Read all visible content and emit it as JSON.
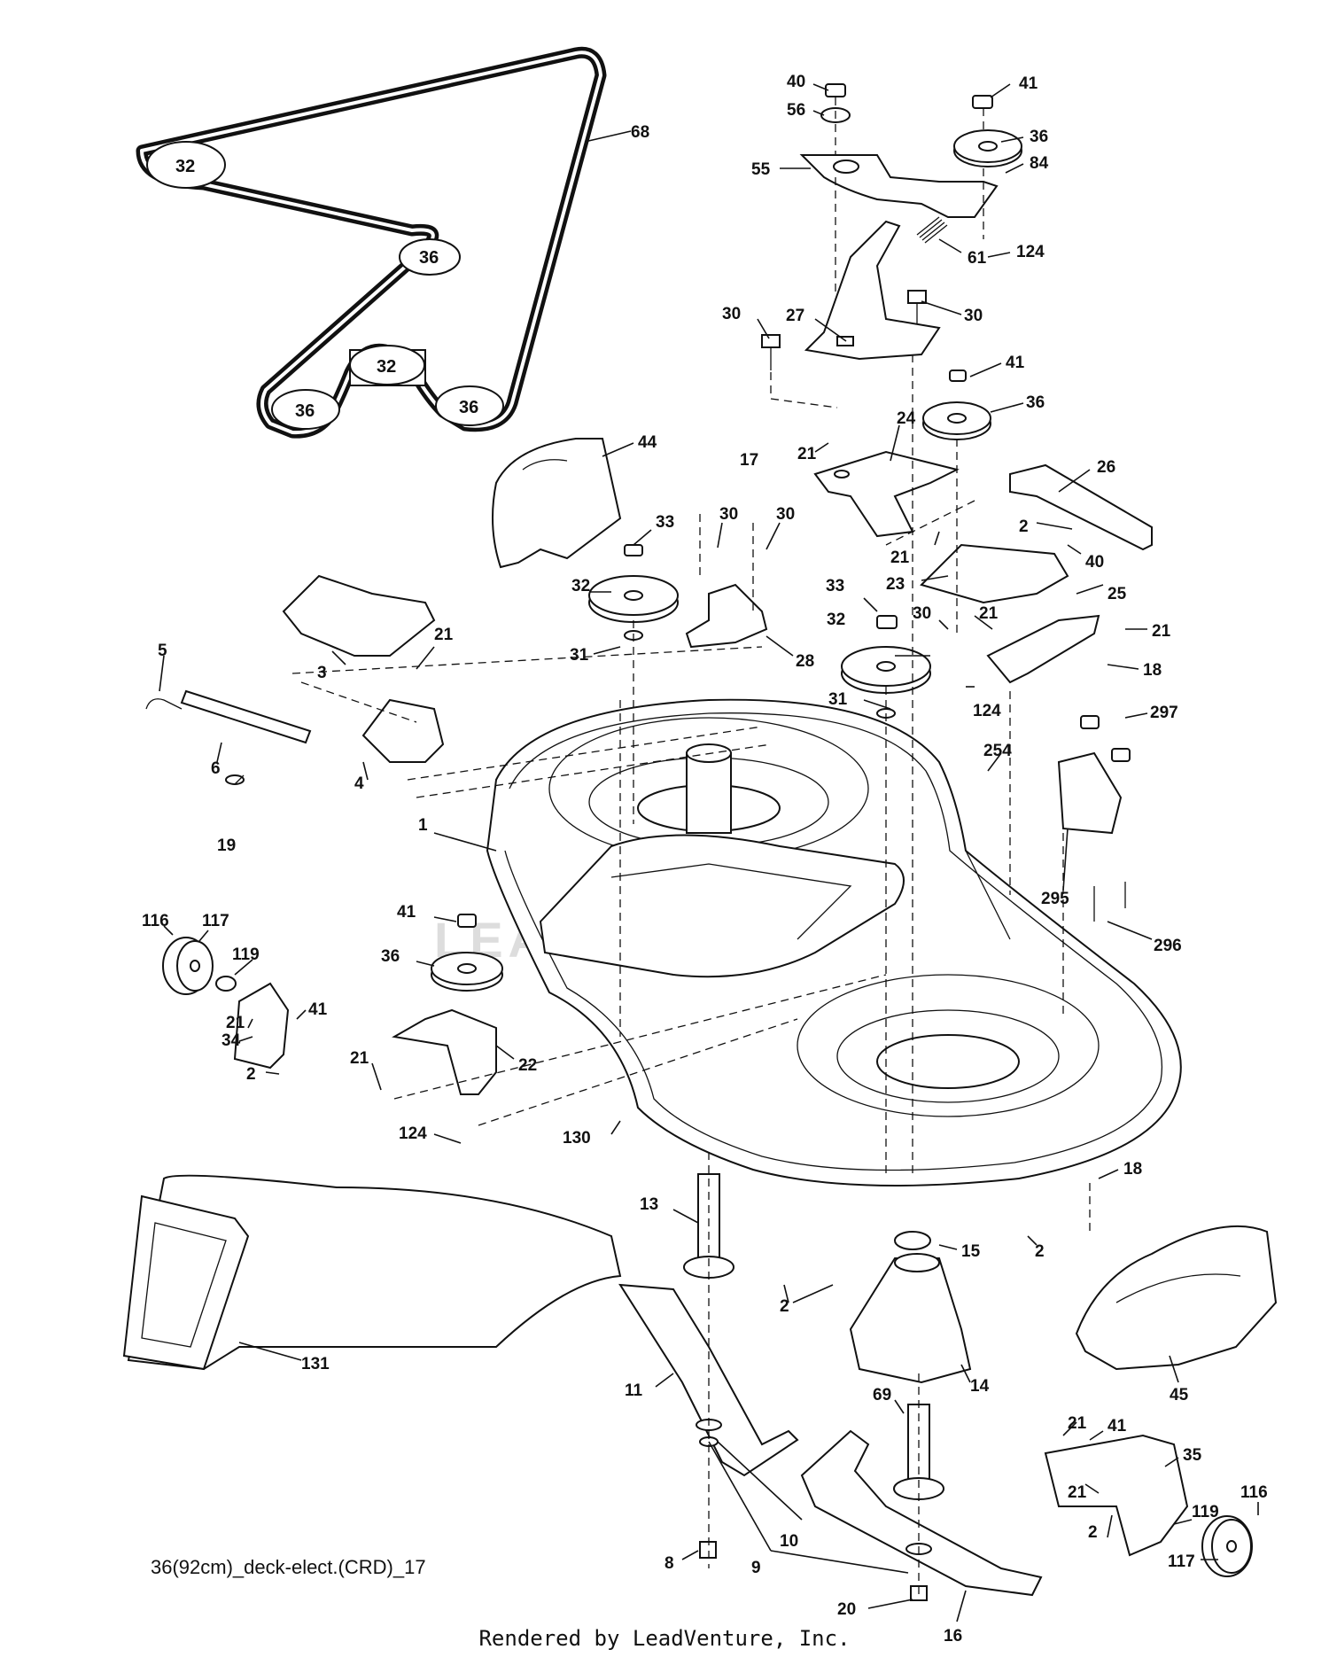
{
  "diagram": {
    "reference_code": "36(92cm)_deck-elect.(CRD)_17",
    "footer_text": "Rendered by LeadVenture, Inc.",
    "watermark_text": "LEADVENTURE",
    "belt_pulley_labels": [
      {
        "id": "belt-pulley-32-top",
        "text": "32"
      },
      {
        "id": "belt-pulley-36-mid",
        "text": "36"
      },
      {
        "id": "belt-pulley-32-bottom",
        "text": "32"
      },
      {
        "id": "belt-pulley-36-left",
        "text": "36"
      },
      {
        "id": "belt-pulley-36-right",
        "text": "36"
      }
    ],
    "callouts": [
      {
        "id": "c68",
        "text": "68"
      },
      {
        "id": "c40a",
        "text": "40"
      },
      {
        "id": "c41a",
        "text": "41"
      },
      {
        "id": "c56",
        "text": "56"
      },
      {
        "id": "c36a",
        "text": "36"
      },
      {
        "id": "c84",
        "text": "84"
      },
      {
        "id": "c55",
        "text": "55"
      },
      {
        "id": "c124a",
        "text": "124"
      },
      {
        "id": "c61",
        "text": "61"
      },
      {
        "id": "c30a",
        "text": "30"
      },
      {
        "id": "c27",
        "text": "27"
      },
      {
        "id": "c30b",
        "text": "30"
      },
      {
        "id": "c41b",
        "text": "41"
      },
      {
        "id": "c36b",
        "text": "36"
      },
      {
        "id": "c44",
        "text": "44"
      },
      {
        "id": "c24",
        "text": "24"
      },
      {
        "id": "c21a",
        "text": "21"
      },
      {
        "id": "c17",
        "text": "17"
      },
      {
        "id": "c26",
        "text": "26"
      },
      {
        "id": "c2a",
        "text": "2"
      },
      {
        "id": "c40b",
        "text": "40"
      },
      {
        "id": "c21b",
        "text": "21"
      },
      {
        "id": "c23",
        "text": "23"
      },
      {
        "id": "c33a",
        "text": "33"
      },
      {
        "id": "c30c",
        "text": "30"
      },
      {
        "id": "c30d",
        "text": "30"
      },
      {
        "id": "c32a",
        "text": "32"
      },
      {
        "id": "c33b",
        "text": "33"
      },
      {
        "id": "c30e",
        "text": "30"
      },
      {
        "id": "c21c",
        "text": "21"
      },
      {
        "id": "c25",
        "text": "25"
      },
      {
        "id": "c21d",
        "text": "21"
      },
      {
        "id": "c31a",
        "text": "31"
      },
      {
        "id": "c28",
        "text": "28"
      },
      {
        "id": "c32b",
        "text": "32"
      },
      {
        "id": "c18a",
        "text": "18"
      },
      {
        "id": "c124b",
        "text": "124"
      },
      {
        "id": "c5",
        "text": "5"
      },
      {
        "id": "c3",
        "text": "3"
      },
      {
        "id": "c21e",
        "text": "21"
      },
      {
        "id": "c31b",
        "text": "31"
      },
      {
        "id": "c297",
        "text": "297"
      },
      {
        "id": "c254",
        "text": "254"
      },
      {
        "id": "c6",
        "text": "6"
      },
      {
        "id": "c4",
        "text": "4"
      },
      {
        "id": "c19",
        "text": "19"
      },
      {
        "id": "c1",
        "text": "1"
      },
      {
        "id": "c295",
        "text": "295"
      },
      {
        "id": "c296",
        "text": "296"
      },
      {
        "id": "c41c",
        "text": "41"
      },
      {
        "id": "c116a",
        "text": "116"
      },
      {
        "id": "c117a",
        "text": "117"
      },
      {
        "id": "c36c",
        "text": "36"
      },
      {
        "id": "c119a",
        "text": "119"
      },
      {
        "id": "c21f",
        "text": "21"
      },
      {
        "id": "c41d",
        "text": "41"
      },
      {
        "id": "c34",
        "text": "34"
      },
      {
        "id": "c21g",
        "text": "21"
      },
      {
        "id": "c22",
        "text": "22"
      },
      {
        "id": "c2b",
        "text": "2"
      },
      {
        "id": "c124c",
        "text": "124"
      },
      {
        "id": "c130",
        "text": "130"
      },
      {
        "id": "c18b",
        "text": "18"
      },
      {
        "id": "c13",
        "text": "13"
      },
      {
        "id": "c15",
        "text": "15"
      },
      {
        "id": "c2c",
        "text": "2"
      },
      {
        "id": "c2d",
        "text": "2"
      },
      {
        "id": "c131",
        "text": "131"
      },
      {
        "id": "c14",
        "text": "14"
      },
      {
        "id": "c45",
        "text": "45"
      },
      {
        "id": "c11",
        "text": "11"
      },
      {
        "id": "c69",
        "text": "69"
      },
      {
        "id": "c21h",
        "text": "21"
      },
      {
        "id": "c41e",
        "text": "41"
      },
      {
        "id": "c35",
        "text": "35"
      },
      {
        "id": "c21i",
        "text": "21"
      },
      {
        "id": "c119b",
        "text": "119"
      },
      {
        "id": "c116b",
        "text": "116"
      },
      {
        "id": "c10",
        "text": "10"
      },
      {
        "id": "c2e",
        "text": "2"
      },
      {
        "id": "c8",
        "text": "8"
      },
      {
        "id": "c9",
        "text": "9"
      },
      {
        "id": "c117b",
        "text": "117"
      },
      {
        "id": "c20",
        "text": "20"
      },
      {
        "id": "c16",
        "text": "16"
      }
    ]
  }
}
